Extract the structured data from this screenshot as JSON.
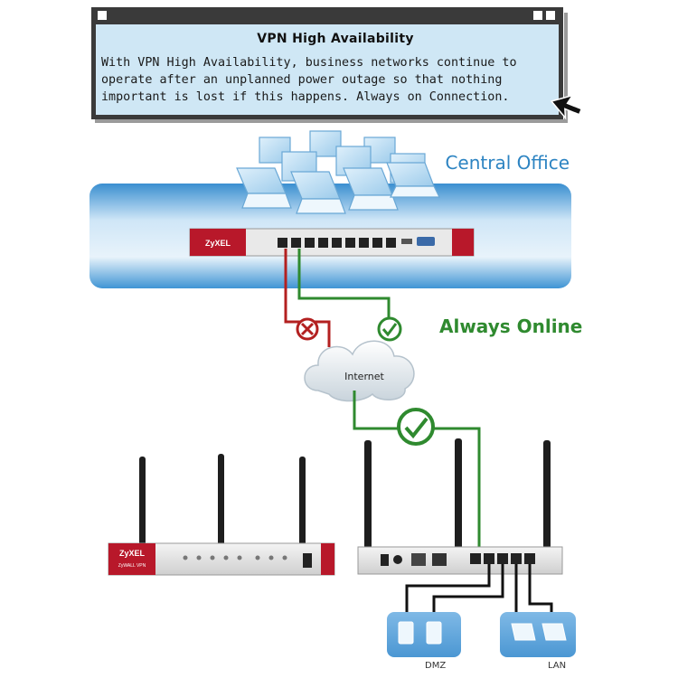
{
  "callout": {
    "title": "VPN High Availability",
    "body_lines": [
      "With VPN High Availability, business networks continue to",
      "operate after an unplanned power outage so that nothing",
      "important is lost if this happens. Always on Connection."
    ]
  },
  "labels": {
    "central_office": "Central Office",
    "always_online": "Always Online",
    "internet": "Internet",
    "dmz": "DMZ",
    "lan": "LAN"
  },
  "devices": {
    "central_firewall_brand": "ZyXEL",
    "branch_firewall_brand": "ZyXEL",
    "branch_firewall_model": "ZyWALL VPN"
  },
  "colors": {
    "title_bar": "#3a3a3a",
    "callout_bg": "#cfe7f5",
    "office_panel": "#3a8fd0",
    "central_office_text": "#2d84c2",
    "always_online_text": "#2f8a2f",
    "failed_link": "#b32020",
    "active_link": "#2f8a2f",
    "zyxel_red": "#b8182a"
  },
  "links": [
    {
      "from": "central-firewall",
      "to": "internet",
      "status": "failed",
      "icon": "x-circle-icon"
    },
    {
      "from": "central-firewall",
      "to": "internet",
      "status": "active",
      "icon": "check-circle-icon"
    },
    {
      "from": "internet",
      "to": "branch-gateway",
      "status": "active",
      "icon": "check-circle-icon"
    }
  ]
}
